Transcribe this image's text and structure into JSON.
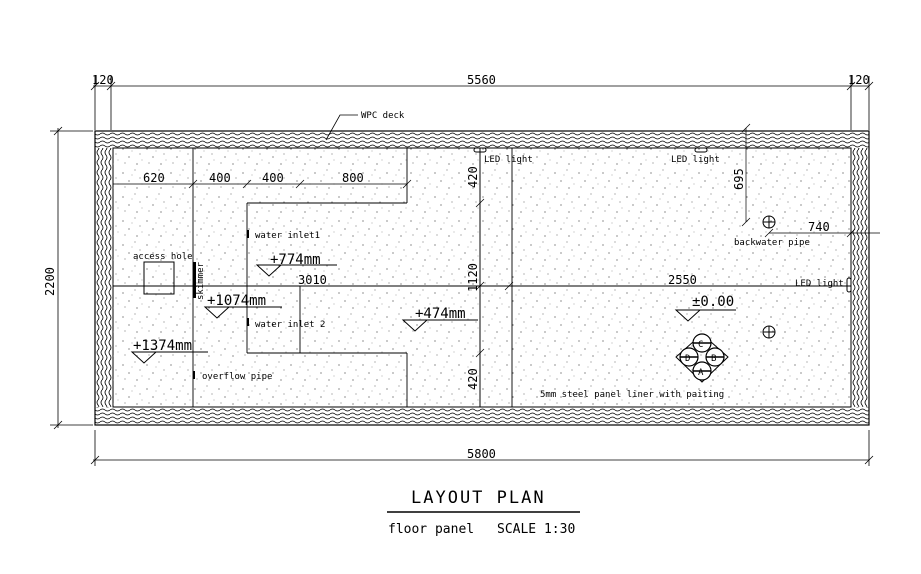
{
  "dimensions": {
    "top_left_wall": "120",
    "top_total": "5560",
    "top_right_wall": "120",
    "bottom_total": "5800",
    "left_height": "2200",
    "d620": "620",
    "d400a": "400",
    "d400b": "400",
    "d800": "800",
    "d420_top": "420",
    "d1120": "1120",
    "d420_bottom": "420",
    "d3010": "3010",
    "d2550": "2550",
    "d695": "695",
    "d740": "740"
  },
  "labels": {
    "wpc_deck": "WPC deck",
    "led_light_1": "LED light",
    "led_light_2": "LED light",
    "led_light_3": "LED light",
    "water_inlet_1": "water inlet1",
    "water_inlet_2": "water inlet 2",
    "access_hole": "access hole",
    "skimmer": "skimmer",
    "overflow_pipe": "overflow pipe",
    "backwater_pipe": "backwater pipe",
    "liner_note": "5mm steel panel liner with paiting"
  },
  "levels": {
    "l774": "+774mm",
    "l1074": "+1074mm",
    "l1374": "+1374mm",
    "l474": "+474mm",
    "l000": "±0.00"
  },
  "jets": [
    "A",
    "B",
    "C",
    "D"
  ],
  "title": {
    "main": "LAYOUT  PLAN",
    "sub_left": "floor panel",
    "sub_right": "SCALE 1:30"
  }
}
